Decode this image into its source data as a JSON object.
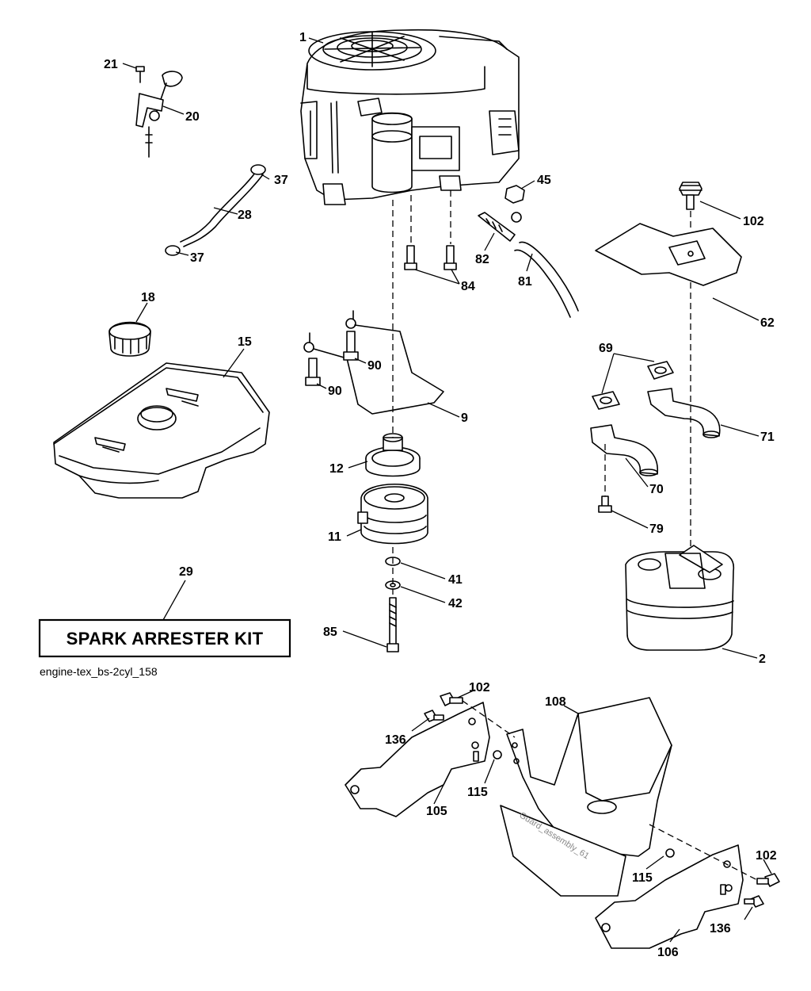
{
  "callouts": [
    {
      "id": "c1",
      "label": "1"
    },
    {
      "id": "c2",
      "label": "2"
    },
    {
      "id": "c9",
      "label": "9"
    },
    {
      "id": "c11",
      "label": "11"
    },
    {
      "id": "c12",
      "label": "12"
    },
    {
      "id": "c15",
      "label": "15"
    },
    {
      "id": "c18",
      "label": "18"
    },
    {
      "id": "c20",
      "label": "20"
    },
    {
      "id": "c21",
      "label": "21"
    },
    {
      "id": "c28",
      "label": "28"
    },
    {
      "id": "c29",
      "label": "29"
    },
    {
      "id": "c37a",
      "label": "37"
    },
    {
      "id": "c37b",
      "label": "37"
    },
    {
      "id": "c41",
      "label": "41"
    },
    {
      "id": "c42",
      "label": "42"
    },
    {
      "id": "c45",
      "label": "45"
    },
    {
      "id": "c62",
      "label": "62"
    },
    {
      "id": "c69",
      "label": "69"
    },
    {
      "id": "c70",
      "label": "70"
    },
    {
      "id": "c71",
      "label": "71"
    },
    {
      "id": "c79",
      "label": "79"
    },
    {
      "id": "c81",
      "label": "81"
    },
    {
      "id": "c82",
      "label": "82"
    },
    {
      "id": "c84",
      "label": "84"
    },
    {
      "id": "c85",
      "label": "85"
    },
    {
      "id": "c90a",
      "label": "90"
    },
    {
      "id": "c90b",
      "label": "90"
    },
    {
      "id": "c102a",
      "label": "102"
    },
    {
      "id": "c102b",
      "label": "102"
    },
    {
      "id": "c102c",
      "label": "102"
    },
    {
      "id": "c105",
      "label": "105"
    },
    {
      "id": "c106",
      "label": "106"
    },
    {
      "id": "c108",
      "label": "108"
    },
    {
      "id": "c115a",
      "label": "115"
    },
    {
      "id": "c115b",
      "label": "115"
    },
    {
      "id": "c136a",
      "label": "136"
    },
    {
      "id": "c136b",
      "label": "136"
    }
  ],
  "kit_box": {
    "title": "SPARK ARRESTER KIT"
  },
  "caption": "engine-tex_bs-2cyl_158",
  "sub_caption": "Guard_assembly_61",
  "colors": {
    "ink": "#000000",
    "paper": "#ffffff",
    "watermark": "#888888"
  }
}
